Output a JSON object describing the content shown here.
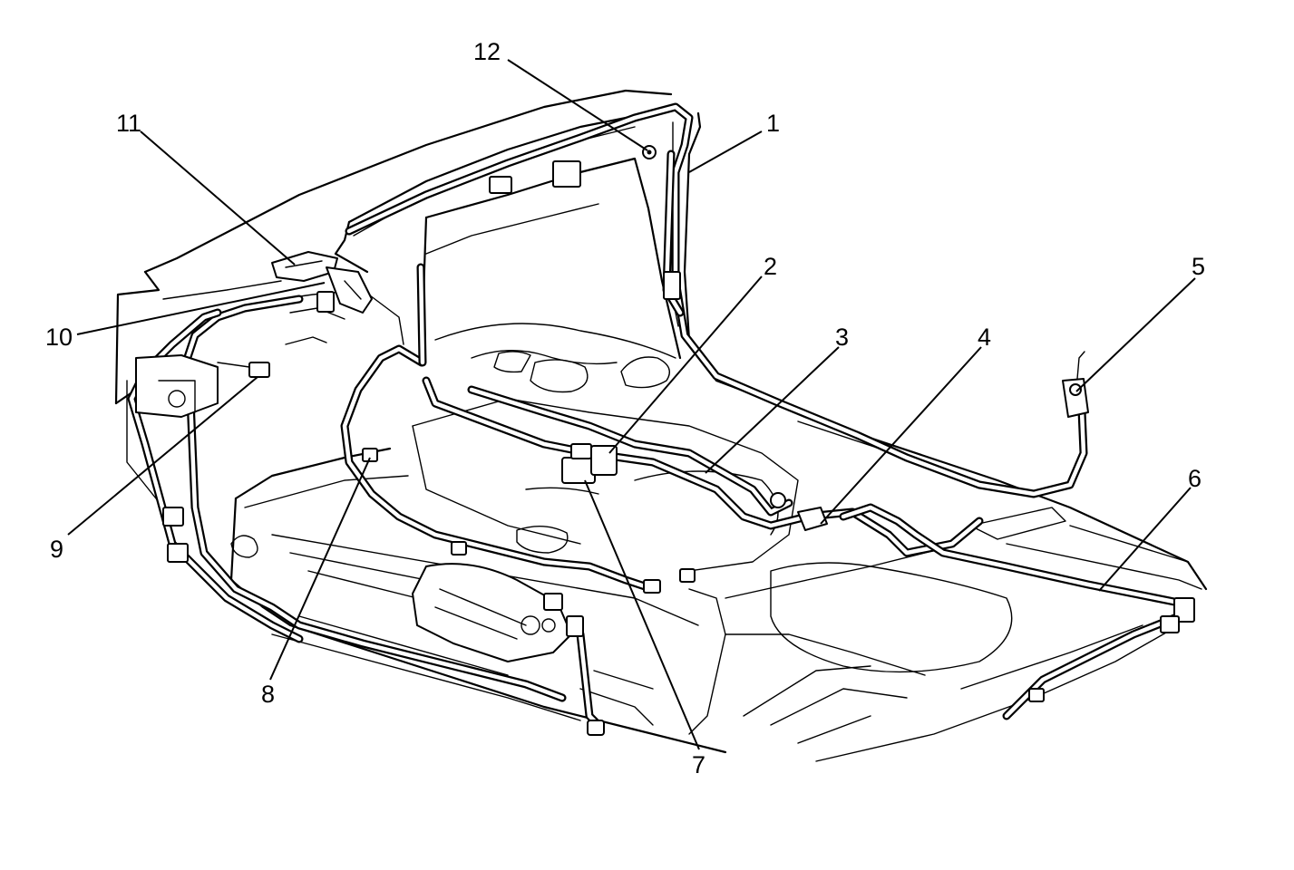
{
  "diagram": {
    "callouts": [
      {
        "id": "1",
        "label": "1"
      },
      {
        "id": "2",
        "label": "2"
      },
      {
        "id": "3",
        "label": "3"
      },
      {
        "id": "4",
        "label": "4"
      },
      {
        "id": "5",
        "label": "5"
      },
      {
        "id": "6",
        "label": "6"
      },
      {
        "id": "7",
        "label": "7"
      },
      {
        "id": "8",
        "label": "8"
      },
      {
        "id": "9",
        "label": "9"
      },
      {
        "id": "10",
        "label": "10"
      },
      {
        "id": "11",
        "label": "11"
      },
      {
        "id": "12",
        "label": "12"
      }
    ],
    "colors": {
      "ink": "#000000",
      "paper": "#ffffff"
    }
  }
}
